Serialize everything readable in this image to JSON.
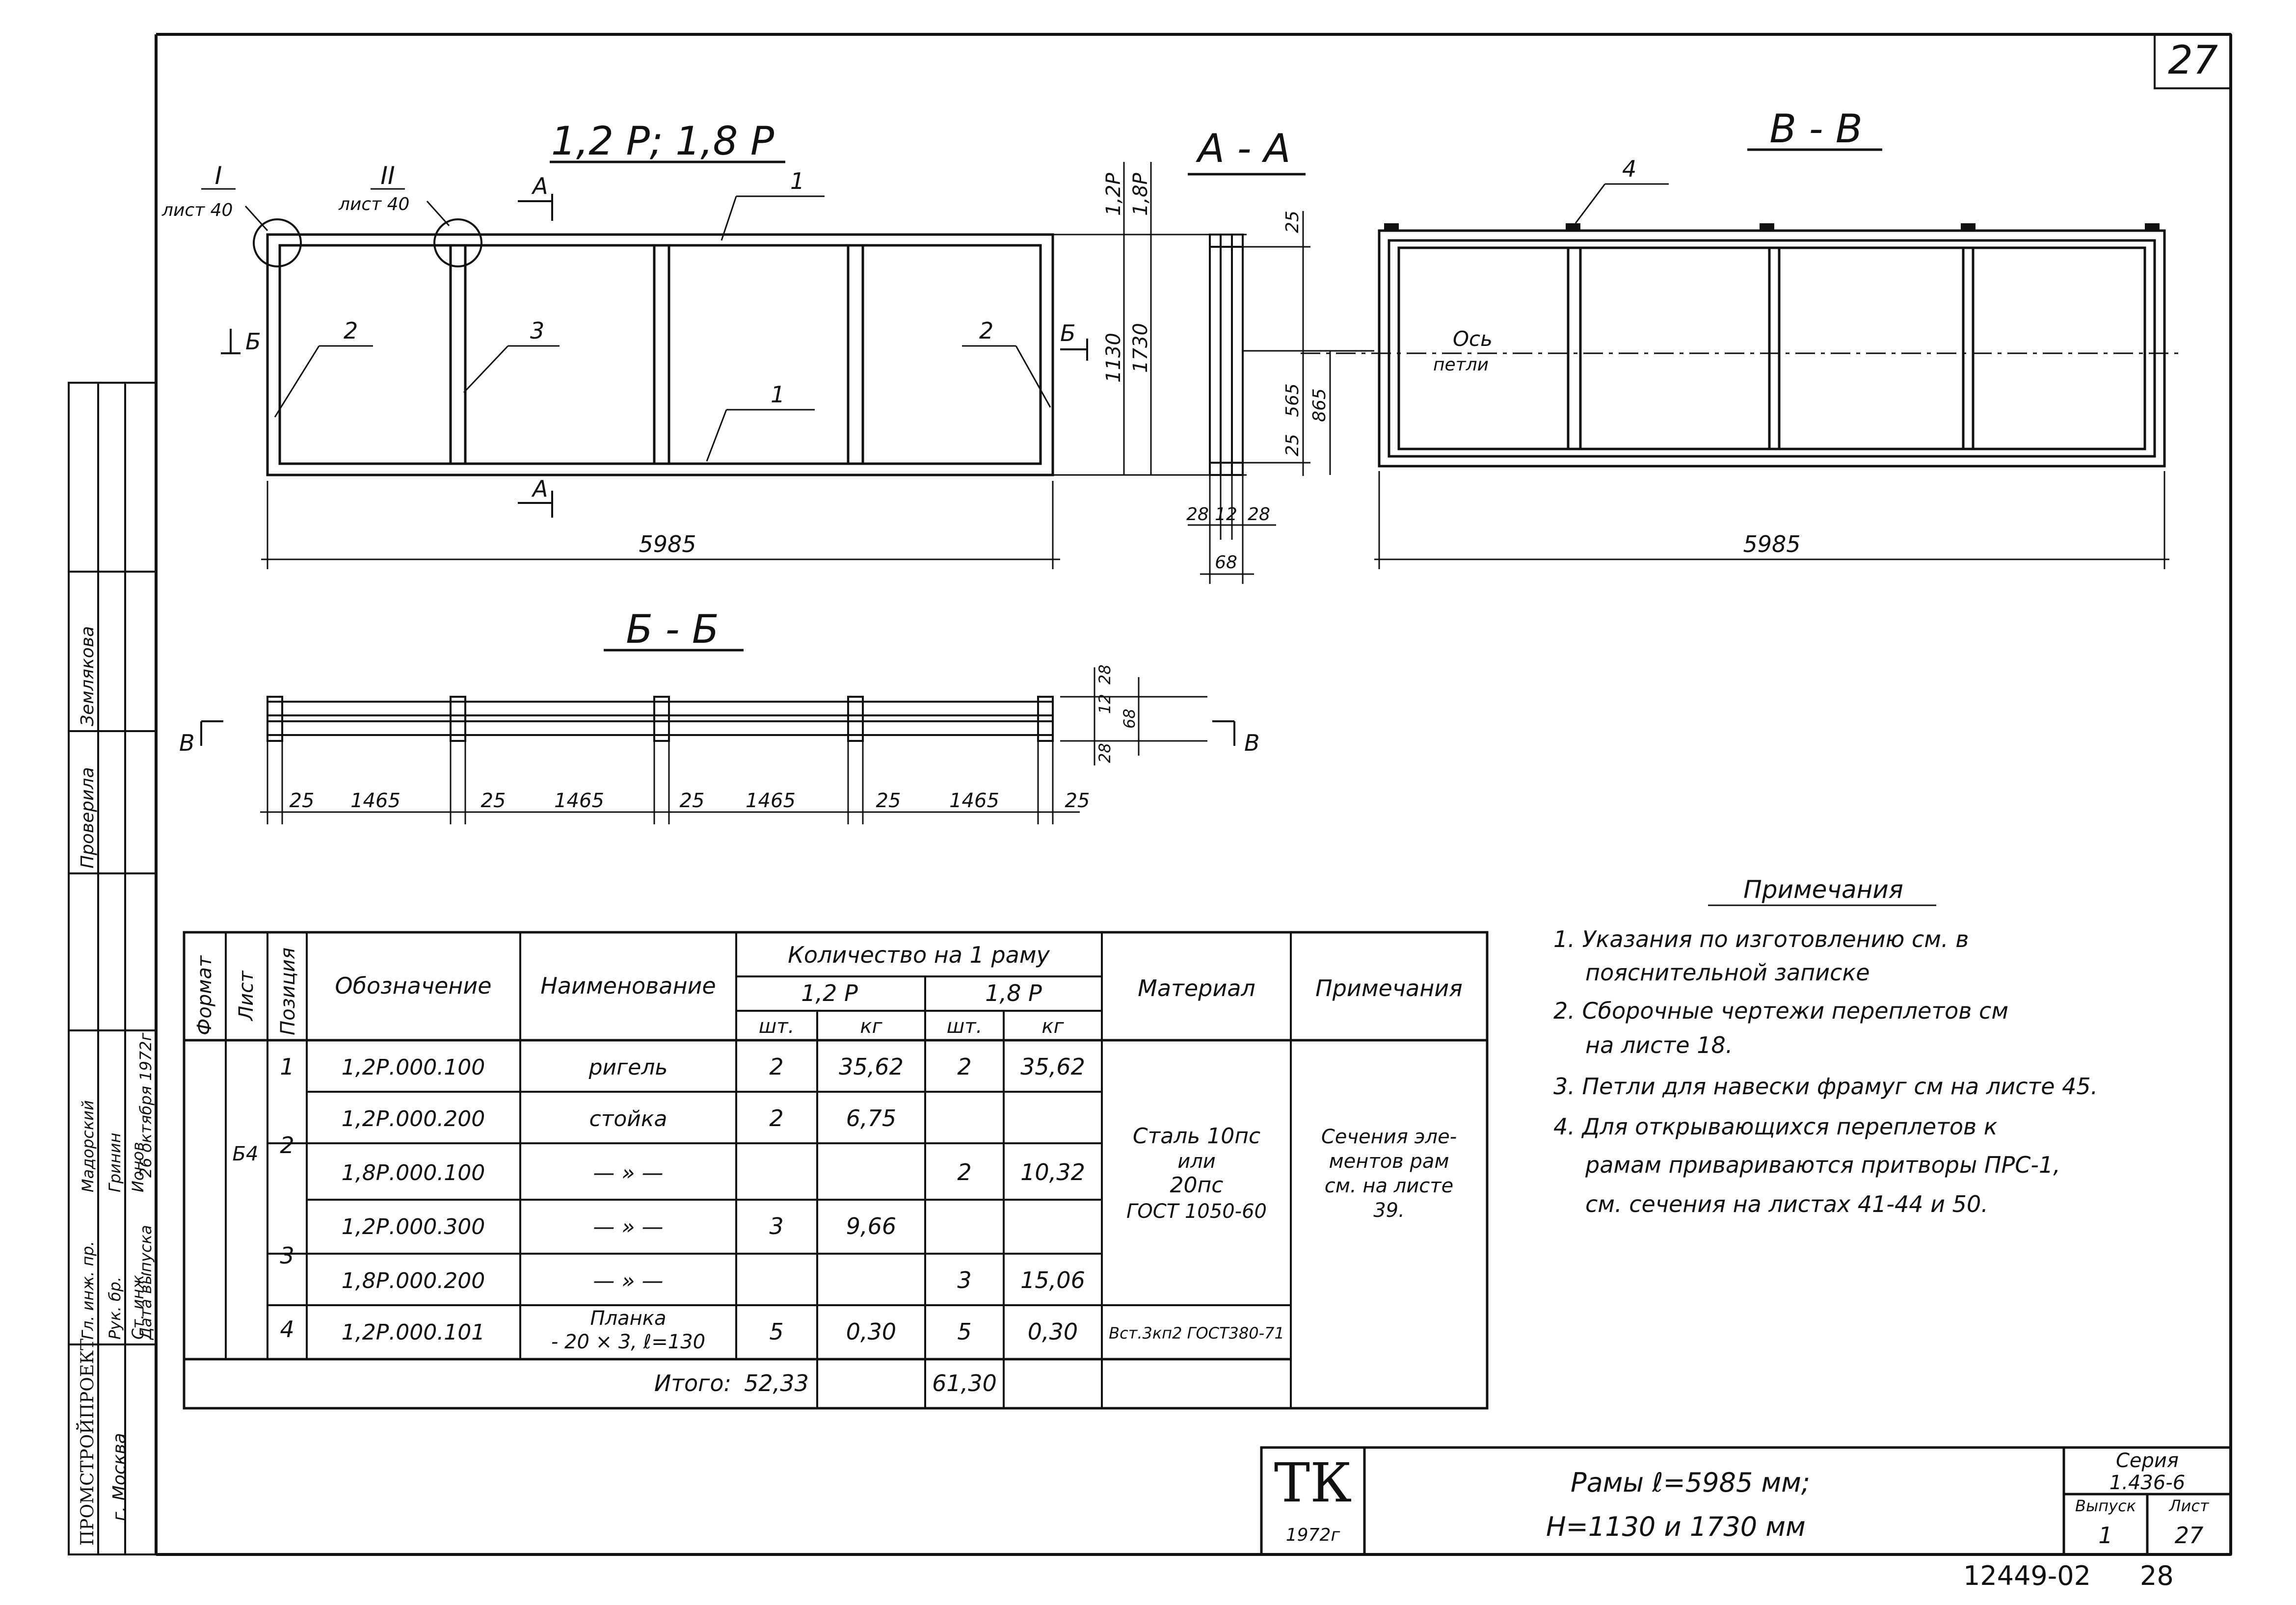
{
  "sheet_number": "27",
  "view_front": {
    "title": "1,2 Р; 1,8 Р",
    "callout_1_num": "I",
    "callout_1_sheet": "лист 40",
    "callout_2_num": "II",
    "callout_2_sheet": "лист 40",
    "section_mark_a": "А",
    "section_mark_b": "Б",
    "position_labels": [
      "1",
      "1",
      "2",
      "2",
      "3"
    ],
    "width_dim": "5985",
    "h1_label": "1,2Р",
    "h2_label": "1,8Р",
    "h1_dim": "1130",
    "h2_dim": "1730"
  },
  "view_a_a": {
    "title": "А - А",
    "dim_top": "25",
    "dim_bottom": "25",
    "dim_565": "565",
    "dim_865": "865",
    "dim_28a": "28",
    "dim_12": "12",
    "dim_28b": "28",
    "dim_68": "68"
  },
  "view_v_v": {
    "title": "В - В",
    "pos4": "4",
    "axis_label_1": "Ось",
    "axis_label_2": "петли",
    "width_dim": "5985"
  },
  "view_b_b": {
    "title": "Б - Б",
    "dims": [
      "25",
      "1465",
      "25",
      "1465",
      "25",
      "1465",
      "25",
      "1465",
      "25"
    ],
    "side_dims": [
      "28",
      "12",
      "28",
      "68"
    ],
    "mark": "В"
  },
  "table": {
    "headers": {
      "format": "Формат",
      "sheet": "Лист",
      "position": "Позиция",
      "designation": "Обозначение",
      "name": "Наименование",
      "qty": "Количество на 1 раму",
      "q12": "1,2 Р",
      "q18": "1,8 Р",
      "pcs": "шт.",
      "kg": "кг",
      "material": "Материал",
      "notes": "Примечания"
    },
    "format_value": "Б4",
    "rows": [
      {
        "pos": "1",
        "designation": "1,2Р.000.100",
        "name": "ригель",
        "q12_pcs": "2",
        "q12_kg": "35,62",
        "q18_pcs": "2",
        "q18_kg": "35,62"
      },
      {
        "pos": "2",
        "designation": "1,2Р.000.200",
        "name": "стойка",
        "q12_pcs": "2",
        "q12_kg": "6,75",
        "q18_pcs": "",
        "q18_kg": ""
      },
      {
        "pos": "",
        "designation": "1,8Р.000.100",
        "name": "— » —",
        "q12_pcs": "",
        "q12_kg": "",
        "q18_pcs": "2",
        "q18_kg": "10,32"
      },
      {
        "pos": "3",
        "designation": "1,2Р.000.300",
        "name": "— » —",
        "q12_pcs": "3",
        "q12_kg": "9,66",
        "q18_pcs": "",
        "q18_kg": ""
      },
      {
        "pos": "",
        "designation": "1,8Р.000.200",
        "name": "— » —",
        "q12_pcs": "",
        "q12_kg": "",
        "q18_pcs": "3",
        "q18_kg": "15,06"
      },
      {
        "pos": "4",
        "designation": "1,2Р.000.101",
        "name": "Планка",
        "name2": "- 20 × 3, ℓ=130",
        "q12_pcs": "5",
        "q12_kg": "0,30",
        "q18_pcs": "5",
        "q18_kg": "0,30"
      }
    ],
    "material_lines": [
      "Сталь 10пс",
      "или",
      "20пс",
      "ГОСТ 1050-60"
    ],
    "material_row4": "Вст.3кп2 ГОСТ380-71",
    "notes_lines": [
      "Сечения эле-",
      "ментов рам",
      "см. на листе",
      "39."
    ],
    "total_label": "Итого:",
    "total_12": "52,33",
    "total_18": "61,30"
  },
  "notes": {
    "title": "Примечания",
    "lines": [
      "1. Указания по изготовлению см. в",
      "пояснительной записке",
      "2. Сборочные чертежи переплетов см",
      "на листе 18.",
      "3. Петли для навески фрамуг см на листе 45.",
      "4. Для открывающихся переплетов к",
      "рамам привариваются притворы ПРС-1,",
      "см. сечения на листах 41-44 и 50."
    ]
  },
  "stamp": {
    "org": "ПРОМСТРОЙПРОЕКТ",
    "city": "г. Москва",
    "roles": [
      "Гл. инж. пр.",
      "Рук. бр.",
      "Ст. инж.",
      "Дата выпуска"
    ],
    "names": [
      "Мадорский",
      "Гринин",
      "Ионов"
    ],
    "issue_date": "26 октября 1972г",
    "checked_label": "Проверила",
    "checked_name": "Землякова"
  },
  "title_block": {
    "logo": "ТК",
    "year": "1972г",
    "title_line1": "Рамы  ℓ=5985 мм;",
    "title_line2": "Н=1130 и 1730 мм",
    "series_label": "Серия",
    "series_value": "1.436-6",
    "issue_label": "Выпуск",
    "issue_value": "1",
    "sheet_label": "Лист",
    "sheet_value": "27"
  },
  "bottom": {
    "code": "12449-02",
    "page": "28"
  }
}
